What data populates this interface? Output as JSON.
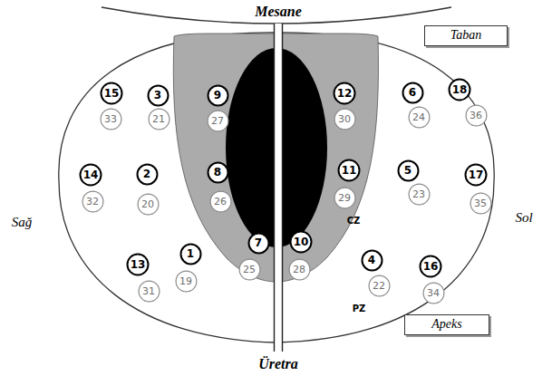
{
  "diagram": {
    "nodes": [
      {
        "text": [
          "Taban"
        ]
      },
      {
        "text": [
          "15"
        ]
      },
      {
        "text": [
          "3"
        ]
      },
      {
        "text": [
          "9"
        ]
      },
      {
        "text": [
          "12"
        ]
      },
      {
        "text": [
          "6"
        ]
      },
      {
        "text": [
          "18"
        ]
      },
      {
        "text": [
          "33"
        ]
      },
      {
        "text": [
          "21"
        ]
      },
      {
        "text": [
          "27"
        ]
      },
      {
        "text": [
          "30"
        ]
      },
      {
        "text": [
          "24"
        ]
      },
      {
        "text": [
          "36"
        ]
      },
      {
        "text": [
          "14"
        ]
      },
      {
        "text": [
          "2"
        ]
      },
      {
        "text": [
          "8"
        ]
      },
      {
        "text": [
          "11"
        ]
      },
      {
        "text": [
          "5"
        ]
      },
      {
        "text": [
          "17"
        ]
      },
      {
        "text": [
          "32"
        ]
      },
      {
        "text": [
          "20"
        ]
      },
      {
        "text": [
          "26"
        ]
      },
      {
        "text": [
          "29"
        ]
      },
      {
        "text": [
          "23"
        ]
      },
      {
        "text": [
          "35"
        ]
      },
      {
        "text": [
          "7"
        ]
      },
      {
        "text": [
          "10"
        ]
      },
      {
        "text": [
          "25"
        ]
      },
      {
        "text": [
          "28"
        ]
      },
      {
        "text": [
          "1"
        ]
      },
      {
        "text": [
          "19"
        ]
      },
      {
        "text": [
          "4"
        ]
      },
      {
        "text": [
          "22"
        ]
      },
      {
        "text": [
          "13"
        ]
      },
      {
        "text": [
          "31"
        ]
      },
      {
        "text": [
          "16"
        ]
      },
      {
        "text": [
          "34"
        ]
      },
      {
        "text": [
          "Apeks"
        ]
      }
    ],
    "labels": [
      "Mesane",
      "Sağ",
      "Sol",
      "Üretra",
      "CZ",
      "PZ"
    ]
  }
}
